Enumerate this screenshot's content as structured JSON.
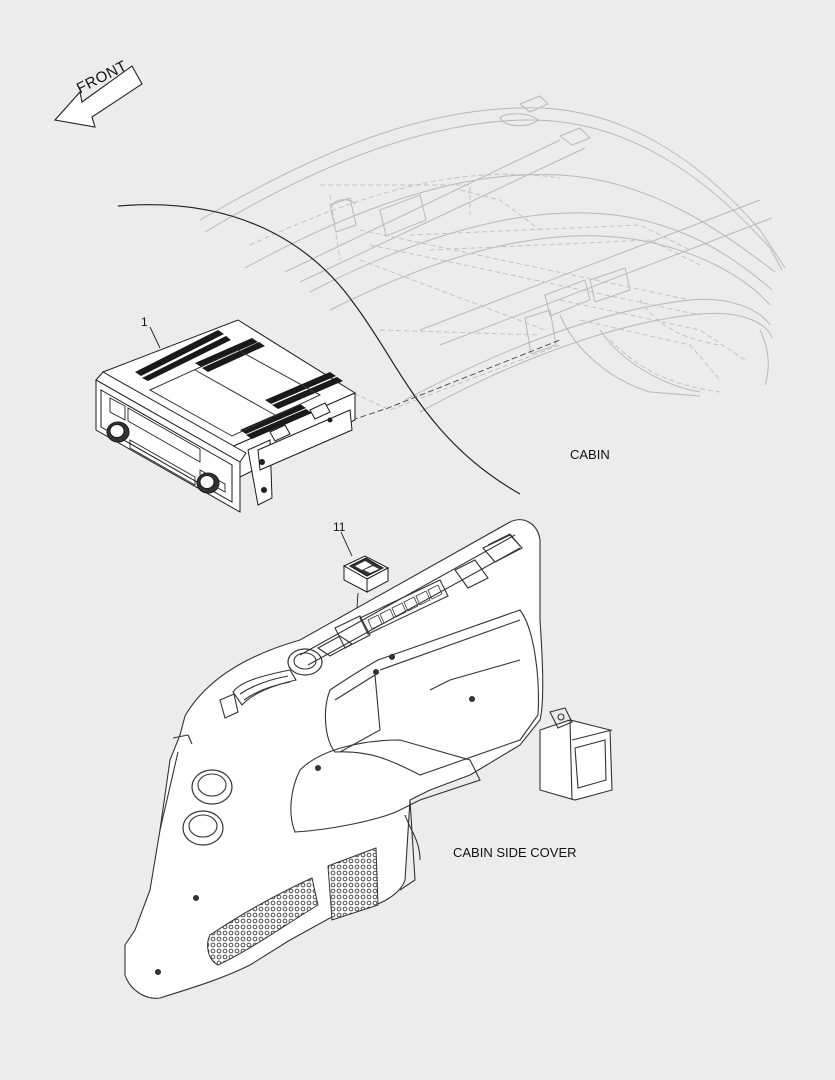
{
  "labels": {
    "front": "FRONT",
    "cabin": "CABIN",
    "cabin_side_cover": "CABIN SIDE COVER"
  },
  "callouts": {
    "radio": "1",
    "switch": "11"
  }
}
